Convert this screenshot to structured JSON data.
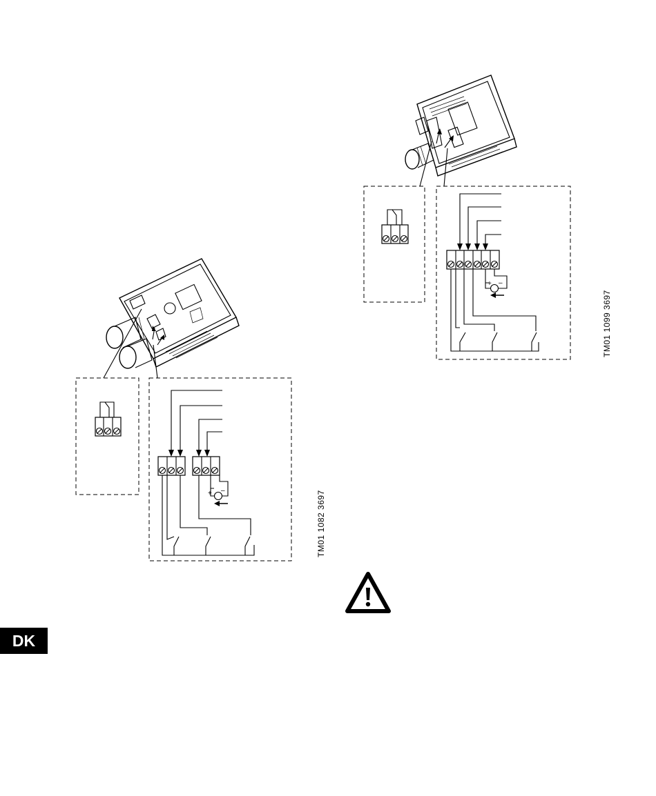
{
  "figures": {
    "left_code": "TM01 1082 3697",
    "right_code": "TM01 1099 3697"
  },
  "page_tab": {
    "label": "DK"
  },
  "icons": {
    "warning": "warning-triangle-icon"
  }
}
